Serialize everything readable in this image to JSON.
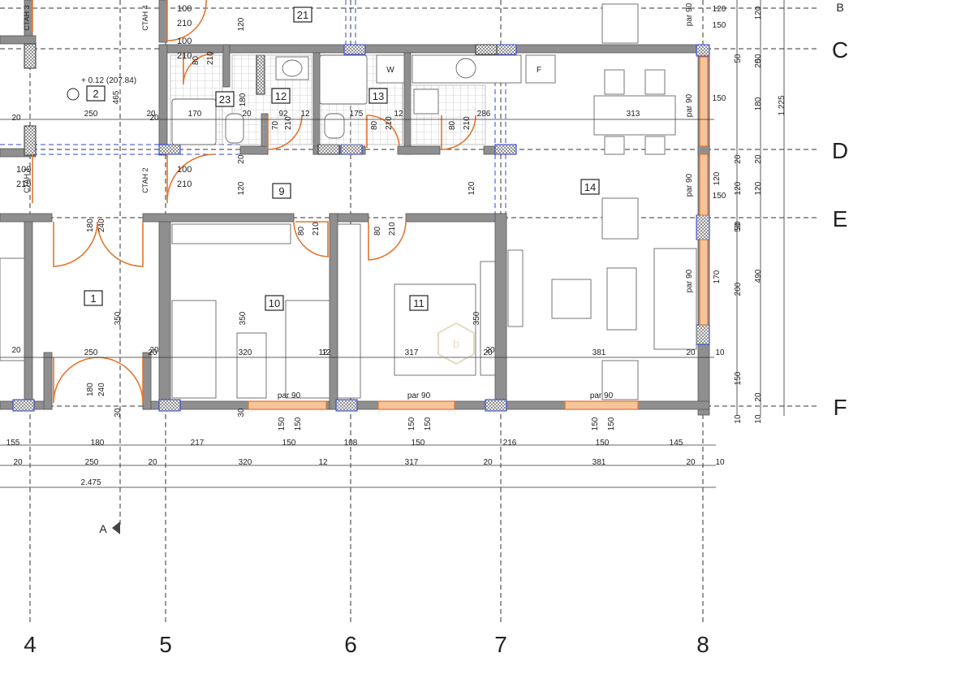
{
  "grid_axes": {
    "vertical": [
      "4",
      "5",
      "6",
      "7",
      "8"
    ],
    "horizontal": [
      "B",
      "C",
      "D",
      "E",
      "F"
    ]
  },
  "section_marker": "A",
  "rooms": [
    "1",
    "2",
    "9",
    "10",
    "11",
    "12",
    "13",
    "14",
    "21",
    "23"
  ],
  "elevation_note": "+ 0.12 (207.84)",
  "stair_labels": [
    "СТАН 3",
    "СТАН 4",
    "СТАН 1",
    "СТАН 2"
  ],
  "appliance_labels": [
    "W",
    "F"
  ],
  "door_sizes": [
    "80",
    "210",
    "70",
    "210",
    "80",
    "210",
    "80",
    "210",
    "80",
    "210",
    "80",
    "210",
    "180",
    "240",
    "180",
    "240",
    "100",
    "210",
    "100",
    "210",
    "100",
    "210",
    "100",
    "210"
  ],
  "window_labels": [
    "par 90",
    "par 90",
    "par 90",
    "par 90",
    "par 90",
    "par 90",
    "par 90",
    "par 90"
  ],
  "inner_dims_row_d": [
    "250",
    "20",
    "170",
    "20",
    "92",
    "12",
    "175",
    "12",
    "286",
    "313"
  ],
  "inner_dims_row_f": [
    "250",
    "20",
    "320",
    "12",
    "317",
    "20",
    "381",
    "20",
    "10"
  ],
  "bottom_dims_1": [
    "155",
    "180",
    "217",
    "150",
    "108",
    "150",
    "216",
    "150",
    "145"
  ],
  "bottom_dims_2": [
    "20",
    "250",
    "20",
    "320",
    "12",
    "317",
    "20",
    "381",
    "20",
    "10"
  ],
  "total_dim": "2.475",
  "right_dims": [
    "120",
    "150",
    "50",
    "120",
    "150",
    "120",
    "150",
    "50",
    "170",
    "200",
    "150",
    "20",
    "10"
  ],
  "right_outer_dims": [
    "120",
    "50",
    "20",
    "180",
    "20",
    "120",
    "50",
    "490",
    "20",
    "10",
    "1.225"
  ],
  "misc_dims": [
    "120",
    "120",
    "120",
    "350",
    "350",
    "350",
    "350",
    "20",
    "20",
    "20",
    "465",
    "180",
    "20",
    "150",
    "150",
    "150",
    "150",
    "150",
    "150",
    "30",
    "30",
    "20",
    "20",
    "12"
  ],
  "colors": {
    "wall": "#8f8f8f",
    "door": "#e3762d",
    "window": "#e3762d",
    "column": "#2c3fd8",
    "line": "#333333"
  }
}
